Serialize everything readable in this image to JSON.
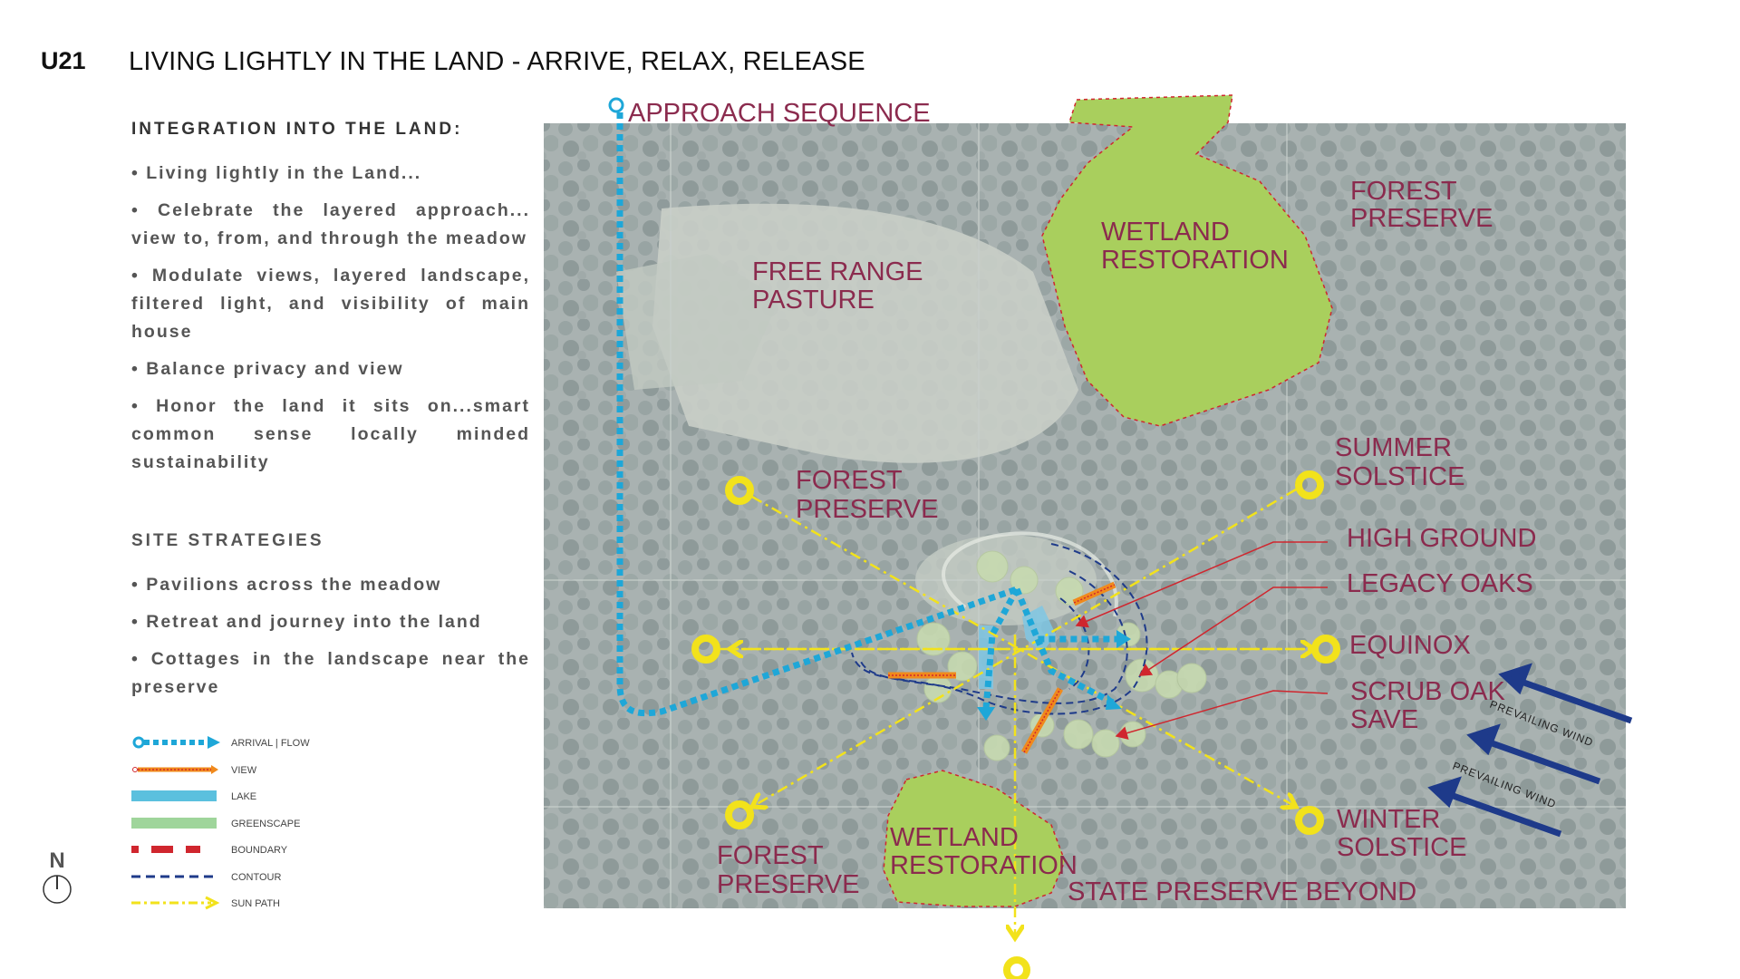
{
  "header": {
    "code": "U21",
    "title": "LIVING LIGHTLY IN THE LAND - ARRIVE, RELAX, RELEASE"
  },
  "integration": {
    "heading": "INTEGRATION INTO THE LAND:",
    "bullets": [
      "Living lightly in the Land...",
      "Celebrate the layered approach... view to, from, and through the meadow",
      "Modulate views, layered landscape, filtered light, and visibility of main house",
      "Balance privacy and view",
      "Honor the land it sits on...smart common sense locally minded sustainability"
    ]
  },
  "strategies": {
    "heading": "SITE STRATEGIES",
    "bullets": [
      "Pavilions across the meadow",
      "Retreat and journey into the land",
      "Cottages in the landscape near the preserve"
    ]
  },
  "legend": [
    {
      "label": "ARRIVAL | FLOW",
      "icon": "arrival-flow-line-icon",
      "color": "#1ea7d8"
    },
    {
      "label": "VIEW",
      "icon": "view-line-icon",
      "color": "#f08a1c"
    },
    {
      "label": "LAKE",
      "icon": "lake-swatch-icon",
      "color": "#5bc0de"
    },
    {
      "label": "GREENSCAPE",
      "icon": "greenscape-swatch-icon",
      "color": "#9fd59b"
    },
    {
      "label": "BOUNDARY",
      "icon": "boundary-line-icon",
      "color": "#d0262e"
    },
    {
      "label": "CONTOUR",
      "icon": "contour-line-icon",
      "color": "#1f3b8a"
    },
    {
      "label": "SUN PATH",
      "icon": "sun-path-line-icon",
      "color": "#f2e21b"
    }
  ],
  "north": {
    "label": "N",
    "icon": "north-arrow-icon"
  },
  "map_labels": {
    "approach": "APPROACH SEQUENCE",
    "free_range_1": "FREE RANGE",
    "free_range_2": "PASTURE",
    "wetland_top_1": "WETLAND",
    "wetland_top_2": "RESTORATION",
    "forest_ne_1": "FOREST",
    "forest_ne_2": "PRESERVE",
    "forest_mid_1": "FOREST",
    "forest_mid_2": "PRESERVE",
    "summer_1": "SUMMER",
    "summer_2": "SOLSTICE",
    "high_ground": "HIGH GROUND",
    "legacy_oaks": "LEGACY OAKS",
    "equinox": "EQUINOX",
    "scrub_1": "SCRUB OAK",
    "scrub_2": "SAVE",
    "winter_1": "WINTER",
    "winter_2": "SOLSTICE",
    "forest_sw_1": "FOREST",
    "forest_sw_2": "PRESERVE",
    "wetland_bot_1": "WETLAND",
    "wetland_bot_2": "RESTORATION",
    "state_preserve": "STATE PRESERVE BEYOND",
    "wind_1": "PREVAILING WIND",
    "wind_2": "PREVAILING WIND"
  },
  "colors": {
    "label": "#8b2b4e",
    "flow": "#1ea7d8",
    "sun": "#f2e21b",
    "wetland": "#a9cf5d",
    "wind": "#1e3a8a",
    "pointer": "#d0262e"
  }
}
